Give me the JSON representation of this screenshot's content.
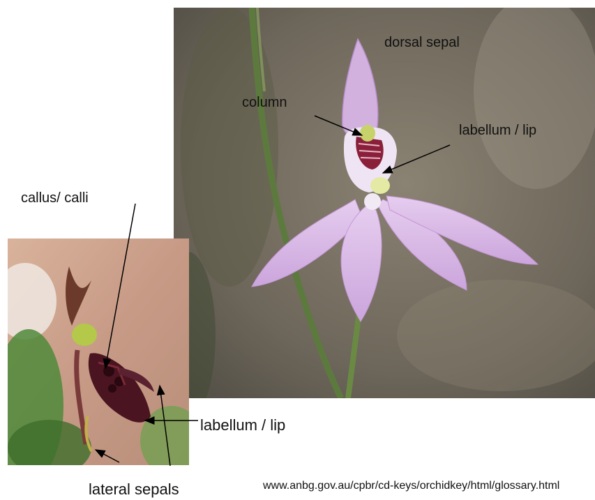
{
  "labels": {
    "dorsal_sepal": "dorsal sepal",
    "column": "column",
    "labellum_main": "labellum / lip",
    "callus": "callus/ calli",
    "labellum_inset": "labellum / lip",
    "lateral_sepals": "lateral sepals"
  },
  "source": {
    "url": "www.anbg.gov.au/cpbr/cd-keys/orchidkey/html/glossary.html"
  },
  "colors": {
    "petal": "#d9b6e6",
    "petal_edge": "#c596d6",
    "stem": "#5d7a3e",
    "main_bg": "#6b6558",
    "inset_bg": "#c9a690",
    "inset_flower": "#4a1420",
    "arrow": "#000000"
  }
}
